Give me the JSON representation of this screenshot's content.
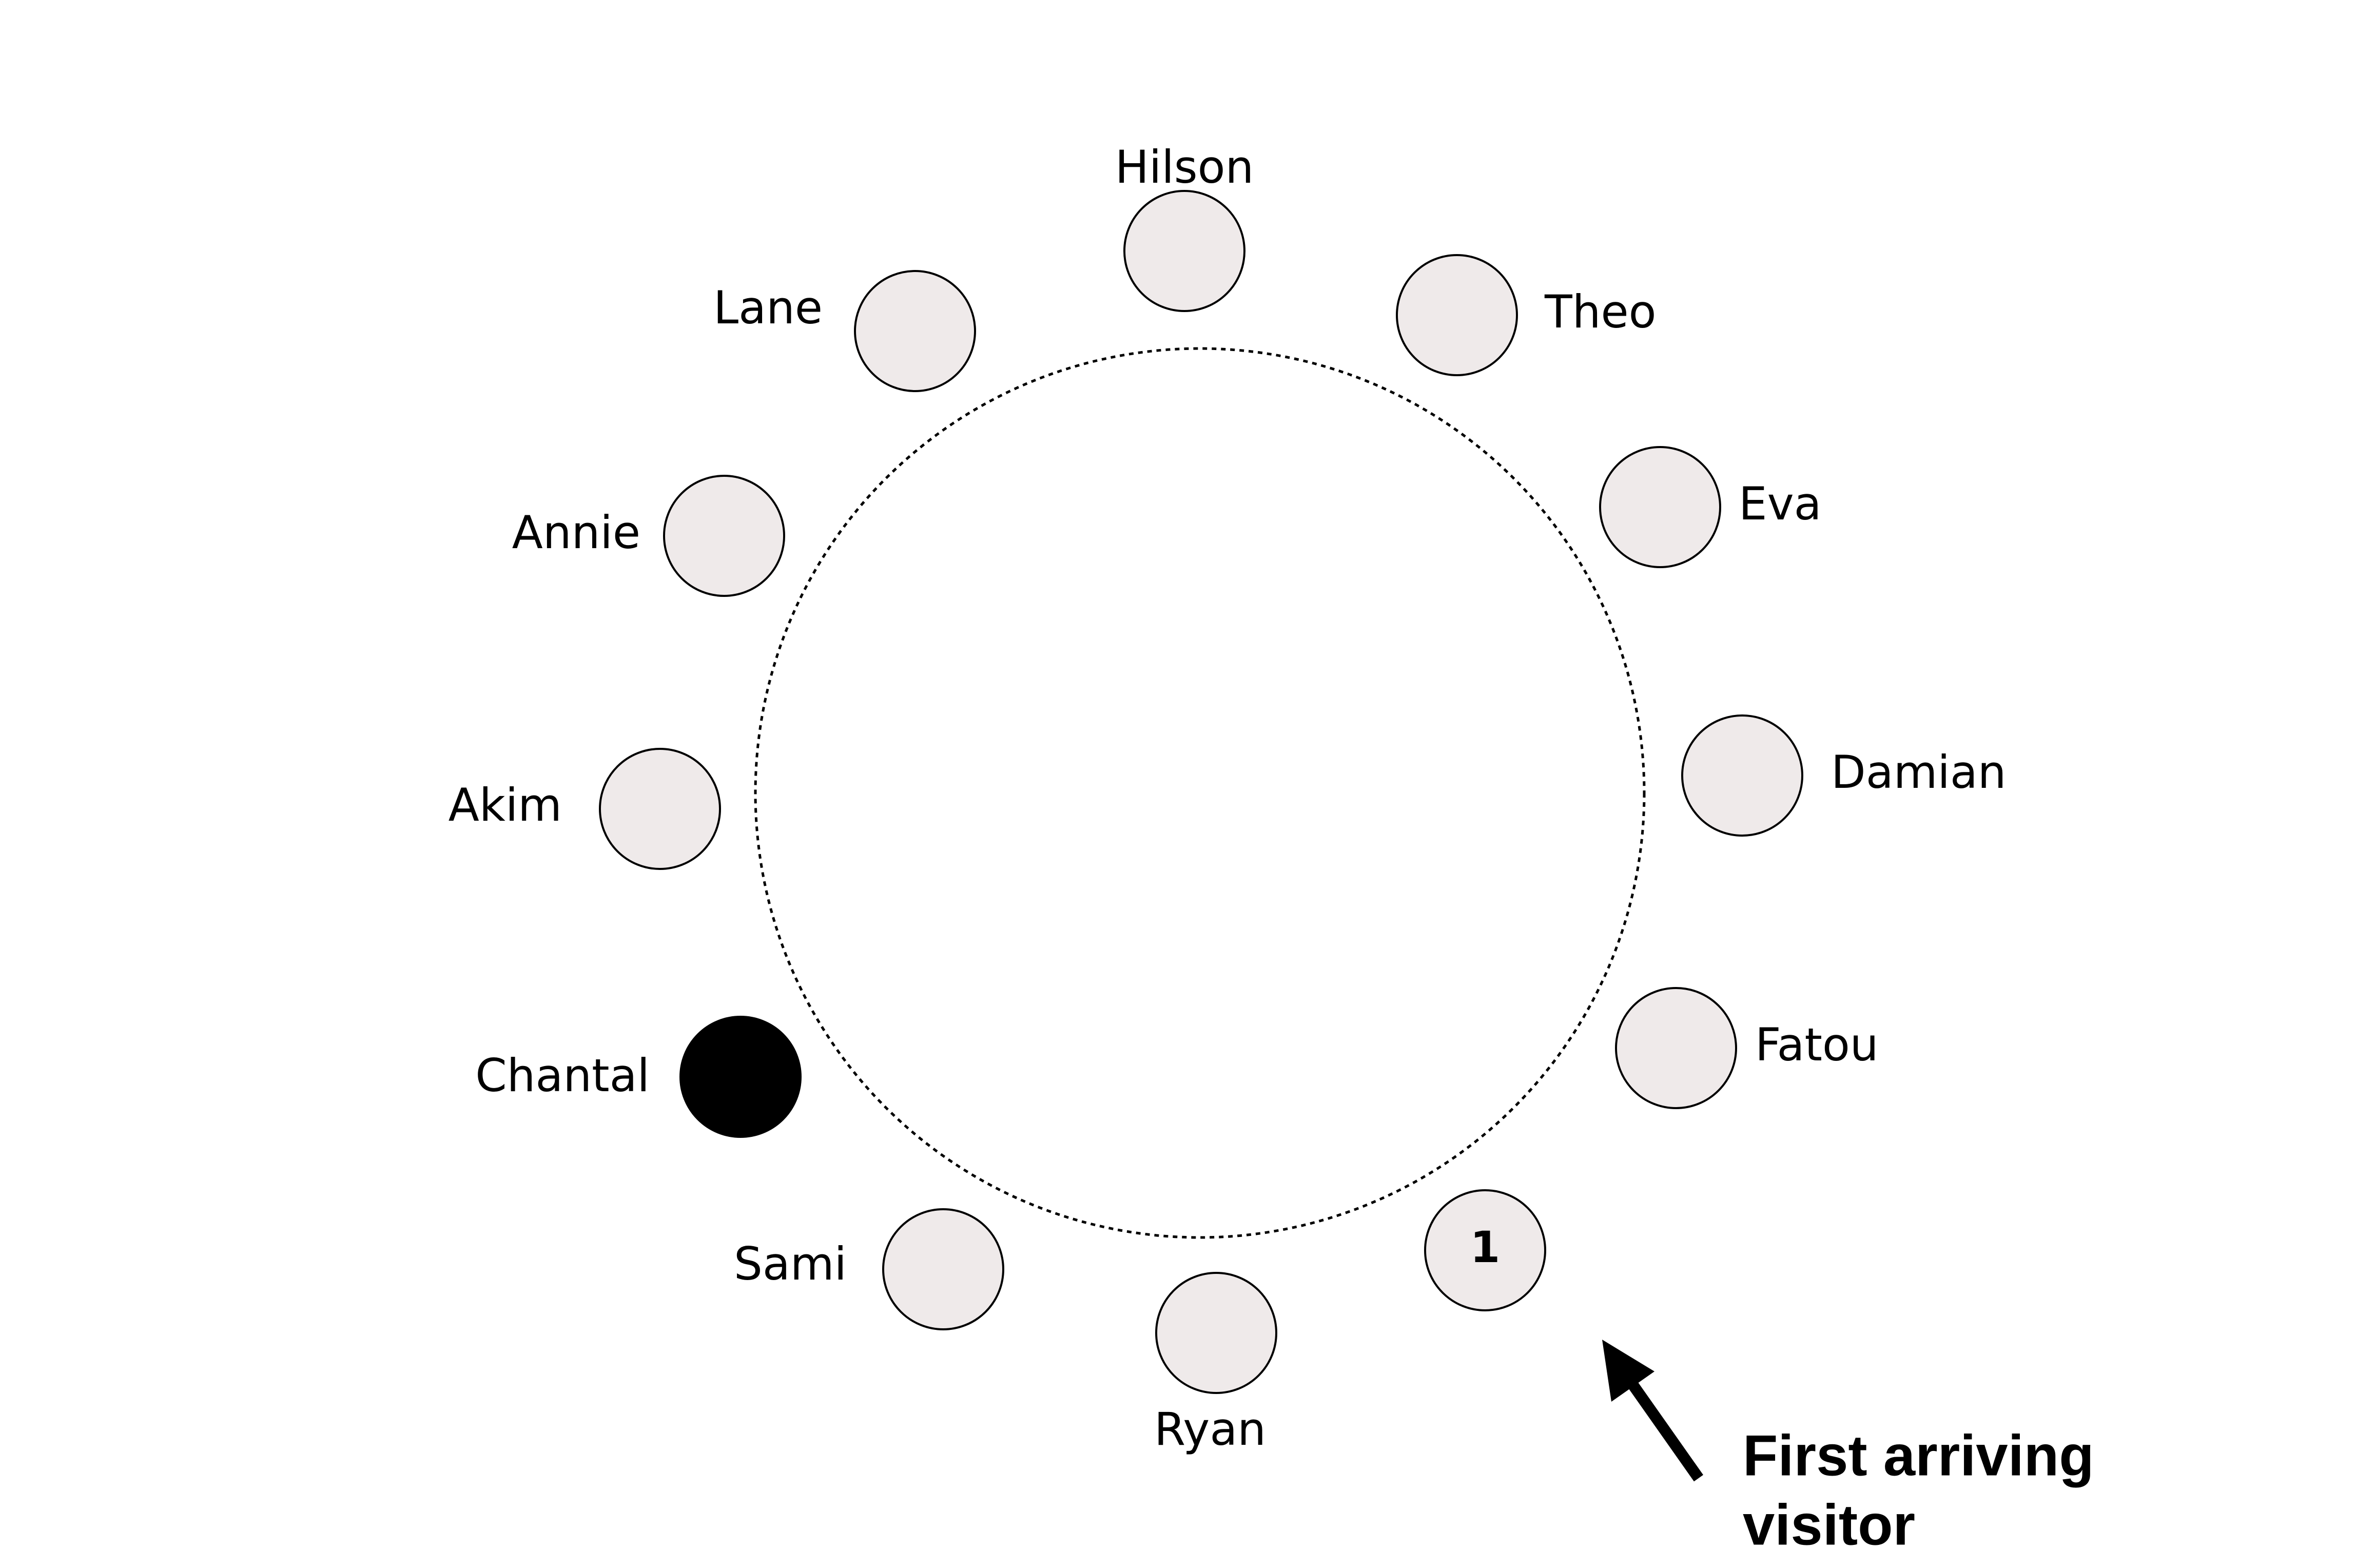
{
  "colors": {
    "seat_fill": "#efeaea",
    "highlighted_seat_fill": "#000000",
    "outline": "#000000",
    "background": "#ffffff"
  },
  "diagram": {
    "table_outline": "dotted-circle",
    "seats": [
      {
        "label": "Hilson",
        "state": "empty"
      },
      {
        "label": "Theo",
        "state": "empty"
      },
      {
        "label": "Eva",
        "state": "empty"
      },
      {
        "label": "Damian",
        "state": "empty"
      },
      {
        "label": "Fatou",
        "state": "empty"
      },
      {
        "label": "1",
        "state": "numbered"
      },
      {
        "label": "Ryan",
        "state": "empty"
      },
      {
        "label": "Sami",
        "state": "empty"
      },
      {
        "label": "Chantal",
        "state": "highlighted"
      },
      {
        "label": "Akim",
        "state": "empty"
      },
      {
        "label": "Annie",
        "state": "empty"
      },
      {
        "label": "Lane",
        "state": "empty"
      }
    ],
    "annotation": {
      "lines": [
        "First arriving",
        "visitor"
      ],
      "pointer_icon": "arrow-up-left-icon"
    }
  }
}
